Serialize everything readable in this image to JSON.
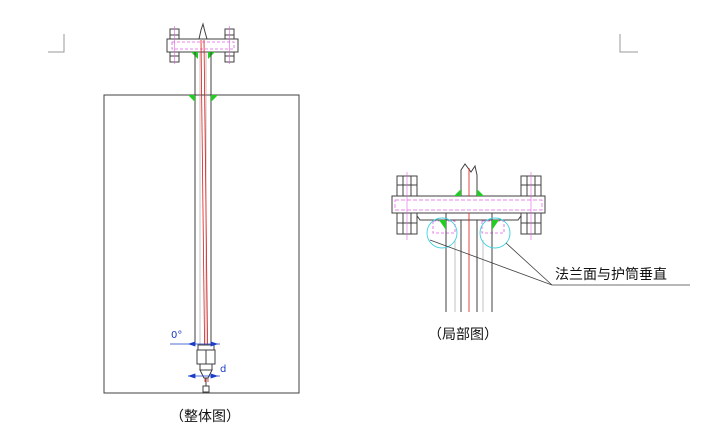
{
  "captions": {
    "overall": "（整体图）",
    "detail": "（局部图）"
  },
  "annotation": {
    "flange_note": "法兰面与护筒垂直"
  },
  "dimensions": {
    "angle_label": "0°",
    "size_label": "d"
  },
  "colors": {
    "outline": "#404040",
    "centerline": "#e01818",
    "hidden": "#e060e0",
    "weld": "#22cc22",
    "dimension": "#1a3cc7",
    "highlight_circle": "#40d0e0",
    "page_mark": "#9a9a9a"
  }
}
